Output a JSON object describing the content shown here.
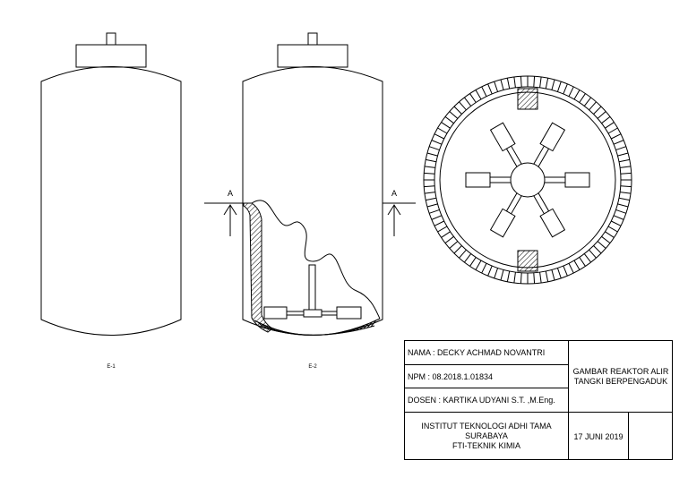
{
  "vessel_labels": {
    "e1": "E-1",
    "e2": "E-2"
  },
  "section_marker": {
    "left": "A",
    "right": "A"
  },
  "title_block": {
    "nama": "NAMA : DECKY ACHMAD NOVANTRI",
    "npm": "NPM : 08.2018.1.01834",
    "dosen": "DOSEN : KARTIKA UDYANI S.T. ,M.Eng.",
    "institution_line1": "INSTITUT TEKNOLOGI ADHI TAMA",
    "institution_line2": "SURABAYA",
    "institution_line3": "FTI-TEKNIK KIMIA",
    "drawing_title_line1": "GAMBAR REAKTOR ALIR",
    "drawing_title_line2": "TANGKI BERPENGADUK",
    "date": "17 JUNI 2019"
  }
}
